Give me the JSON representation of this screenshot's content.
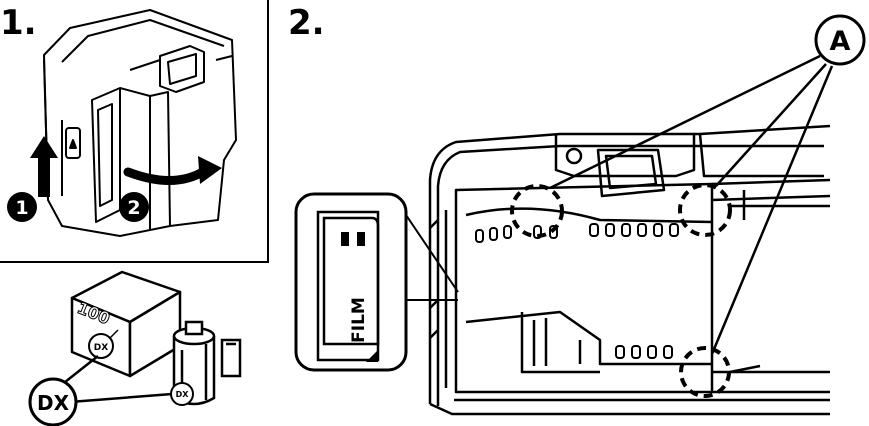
{
  "steps": {
    "step1_label": "1.",
    "step2_label": "2."
  },
  "markers": {
    "badge_1": "1",
    "badge_2": "2",
    "callout_a": "A",
    "callout_dx": "DX"
  },
  "box_labels": {
    "box_iso": "100",
    "box_dx": "DX",
    "cartridge_dx": "DX"
  },
  "film_window": {
    "label": "FILM"
  },
  "colors": {
    "line": "#000000",
    "background": "#ffffff"
  }
}
